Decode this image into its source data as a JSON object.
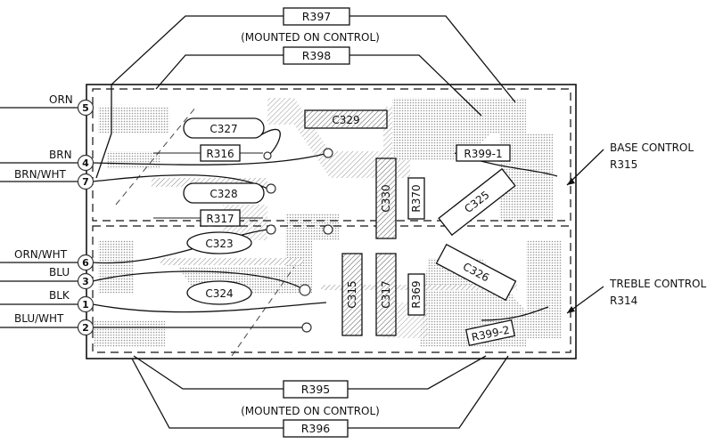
{
  "diagram": {
    "external_resistors": {
      "top": [
        "R397",
        "R398"
      ],
      "bottom": [
        "R395",
        "R396"
      ],
      "note_top": "(MOUNTED ON CONTROL)",
      "note_bottom": "(MOUNTED ON CONTROL)"
    },
    "wires": [
      {
        "color": "ORN",
        "pin": "5"
      },
      {
        "color": "BRN",
        "pin": "4"
      },
      {
        "color": "BRN/WHT",
        "pin": "7"
      },
      {
        "color": "ORN/WHT",
        "pin": "6"
      },
      {
        "color": "BLU",
        "pin": "3"
      },
      {
        "color": "BLK",
        "pin": "1"
      },
      {
        "color": "BLU/WHT",
        "pin": "2"
      }
    ],
    "controls": [
      {
        "name": "BASE CONTROL",
        "ref": "R315"
      },
      {
        "name": "TREBLE CONTROL",
        "ref": "R314"
      }
    ],
    "components": {
      "c327": "C327",
      "c329": "C329",
      "r316": "R316",
      "c328": "C328",
      "r317": "R317",
      "c323": "C323",
      "c324": "C324",
      "c330": "C330",
      "r370": "R370",
      "c325": "C325",
      "r399_1": "R399-1",
      "c326": "C326",
      "c315": "C315",
      "c317": "C317",
      "r369": "R369",
      "r399_2": "R399-2"
    }
  }
}
